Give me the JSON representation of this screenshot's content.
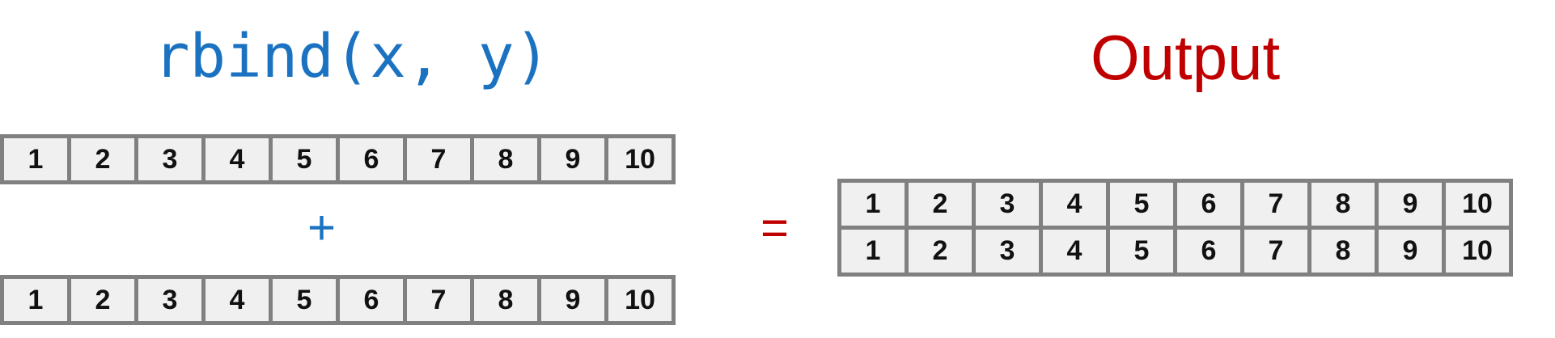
{
  "left_title": "rbind(x, y)",
  "right_title": "Output",
  "plus": "+",
  "equals": "=",
  "x_row": [
    "1",
    "2",
    "3",
    "4",
    "5",
    "6",
    "7",
    "8",
    "9",
    "10"
  ],
  "y_row": [
    "1",
    "2",
    "3",
    "4",
    "5",
    "6",
    "7",
    "8",
    "9",
    "10"
  ],
  "output_rows": [
    [
      "1",
      "2",
      "3",
      "4",
      "5",
      "6",
      "7",
      "8",
      "9",
      "10"
    ],
    [
      "1",
      "2",
      "3",
      "4",
      "5",
      "6",
      "7",
      "8",
      "9",
      "10"
    ]
  ],
  "colors": {
    "code": "#1a72c1",
    "output": "#c00000",
    "cell_bg": "#f0f0f0",
    "cell_border": "#808080"
  }
}
